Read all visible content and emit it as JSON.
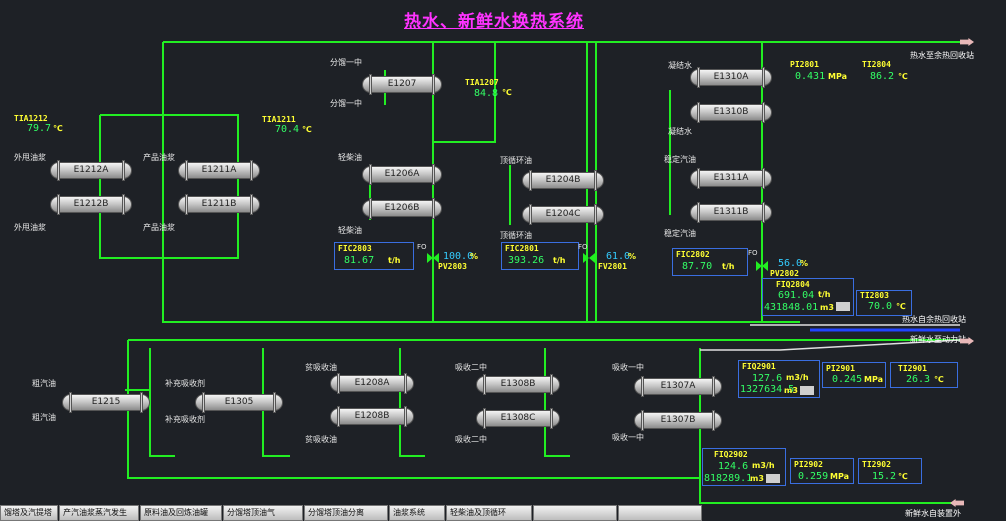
{
  "title": "热水、新鲜水换热系统",
  "exchangers": [
    "E1212A",
    "E1212B",
    "E1211A",
    "E1211B",
    "E1207",
    "E1206A",
    "E1206B",
    "E1204B",
    "E1204C",
    "E1310A",
    "E1310B",
    "E1311A",
    "E1311B",
    "E1215",
    "E1305",
    "E1208A",
    "E1208B",
    "E1308B",
    "E1308C",
    "E1307A",
    "E1307B"
  ],
  "stream_labels": {
    "waicai_top": "外甩油浆",
    "waicai_bot": "外甩油浆",
    "chanpin_top": "产品油浆",
    "chanpin_bot": "产品油浆",
    "fenliu1_top": "分馏一中",
    "fenliu1_bot": "分馏一中",
    "qingchai_top": "轻柴油",
    "qingchai_bot": "轻柴油",
    "dingxun_top": "顶循环油",
    "dingxun_bot": "顶循环油",
    "ningjie_top": "凝结水",
    "ningjie_bot": "凝结水",
    "wending_top": "稳定汽油",
    "wending_bot": "稳定汽油",
    "cuqi_top": "粗汽油",
    "cuqi_bot": "粗汽油",
    "buchong_top": "补充吸收剂",
    "buchong_bot": "补充吸收剂",
    "pinxi_top": "贫吸收油",
    "pinxi_bot": "贫吸收油",
    "xishou2_top": "吸收二中",
    "xishou2_bot": "吸收二中",
    "xishou1_top": "吸收一中",
    "xishou1_bot": "吸收一中"
  },
  "outlets": {
    "hot_to_waste": "热水至余热回收站",
    "hot_from_waste": "热水自余热回收站",
    "fresh_to_power": "新鲜水至动力站",
    "fresh_from_outside": "新鲜水自装置外"
  },
  "instruments": {
    "TIA1212": {
      "tag": "TIA1212",
      "value": "79.7",
      "unit": "℃"
    },
    "TIA1211": {
      "tag": "TIA1211",
      "value": "70.4",
      "unit": "℃"
    },
    "TIA1207": {
      "tag": "TIA1207",
      "value": "84.8",
      "unit": "℃"
    },
    "PI2801": {
      "tag": "PI2801",
      "value": "0.431",
      "unit": "MPa"
    },
    "TI2804": {
      "tag": "TI2804",
      "value": "86.2",
      "unit": "℃"
    },
    "FIC2803": {
      "tag": "FIC2803",
      "value": "81.67",
      "unit": "t/h",
      "fo": "FO",
      "valve": "PV2803",
      "out": "100.0",
      "pct": "%"
    },
    "FIC2801": {
      "tag": "FIC2801",
      "value": "393.26",
      "unit": "t/h",
      "fo": "FO",
      "valve": "FV2801",
      "out": "61.0",
      "pct": "%"
    },
    "FIC2802": {
      "tag": "FIC2802",
      "value": "87.70",
      "unit": "t/h",
      "fo": "FO",
      "valve": "PV2802",
      "out": "56.0",
      "pct": "%"
    },
    "FIQ2804": {
      "tag": "FIQ2804",
      "value": "691.04",
      "unit": "t/h",
      "total": "431848.01",
      "total_unit": "m3"
    },
    "TI2803": {
      "tag": "TI2803",
      "value": "70.0",
      "unit": "℃"
    },
    "FIQ2901": {
      "tag": "FIQ2901",
      "value": "127.6",
      "unit": "m3/h",
      "total": "1327634.5",
      "total_unit": "m3"
    },
    "PI2901": {
      "tag": "PI2901",
      "value": "0.245",
      "unit": "MPa"
    },
    "TI2901": {
      "tag": "TI2901",
      "value": "26.3",
      "unit": "℃"
    },
    "FIQ2902": {
      "tag": "FIQ2902",
      "value": "124.6",
      "unit": "m3/h",
      "total": "818289.1",
      "total_unit": "m3"
    },
    "PI2902": {
      "tag": "PI2902",
      "value": "0.259",
      "unit": "MPa"
    },
    "TI2902": {
      "tag": "TI2902",
      "value": "15.2",
      "unit": "℃"
    }
  },
  "nav_buttons": [
    "馏塔及汽提塔",
    "产汽油浆蒸汽发生",
    "原料油及回炼油罐",
    "分馏塔顶油气",
    "分馏塔顶油分离",
    "油浆系统",
    "轻柴油及顶循环",
    "",
    ""
  ],
  "colors": {
    "pipe_green": "#22ee22",
    "pipe_white": "#e0e0e0",
    "pipe_blue": "#2244ff",
    "value_green": "#33ff66",
    "tag_yellow": "#ffff33",
    "title_magenta": "#ff33ff"
  }
}
